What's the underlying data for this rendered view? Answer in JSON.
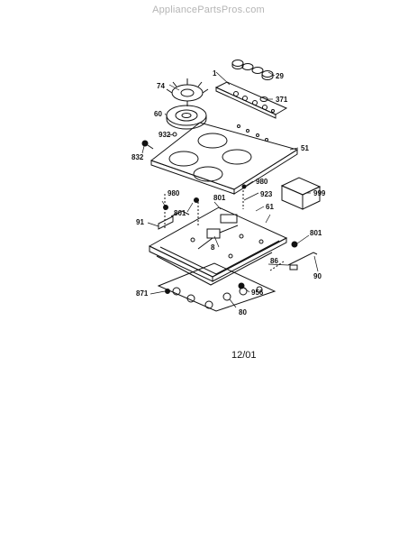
{
  "watermark": "AppliancePartsPros.com",
  "date_code": "12/01",
  "part_labels": {
    "p1": "1",
    "p29": "29",
    "p74": "74",
    "p371": "371",
    "p60": "60",
    "p932": "932",
    "p832": "832",
    "p51": "51",
    "p980a": "980",
    "p980b": "980",
    "p923": "923",
    "p999": "999",
    "p801a": "801",
    "p801b": "801",
    "p801c": "801",
    "p61": "61",
    "p91": "91",
    "p8": "8",
    "p86": "86",
    "p90": "90",
    "p871": "871",
    "p956": "956",
    "p80": "80"
  }
}
